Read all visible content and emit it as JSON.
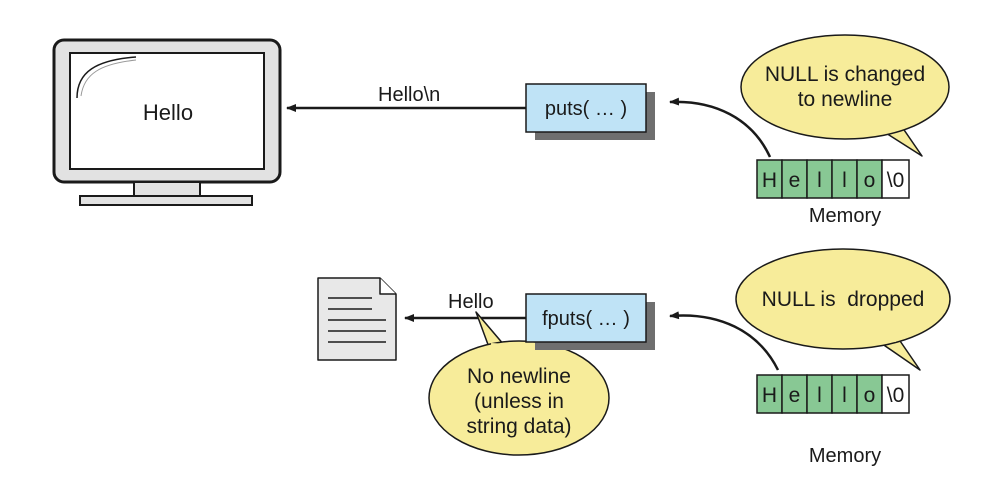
{
  "colors": {
    "accent_blue": "#bfe3f6",
    "bubble_yellow": "#f7ec9a",
    "memory_green": "#88c894",
    "monitor_frame": "#e2e2e2",
    "ink": "#1a1a1a"
  },
  "icons": {
    "monitor": "monitor-icon",
    "document": "document-icon"
  },
  "top": {
    "screen_text": "Hello",
    "arrow_label": "Hello\\n",
    "function_label": "puts( … )",
    "callout": [
      "NULL is changed",
      "to newline"
    ],
    "memory_cells": [
      "H",
      "e",
      "l",
      "l",
      "o",
      "\\0"
    ],
    "memory_label": "Memory"
  },
  "bottom": {
    "arrow_label": "Hello",
    "function_label": "fputs( … )",
    "callout": [
      "NULL is  dropped"
    ],
    "note": [
      "No newline",
      "(unless in",
      "string data)"
    ],
    "memory_cells": [
      "H",
      "e",
      "l",
      "l",
      "o",
      "\\0"
    ],
    "memory_label": "Memory"
  }
}
